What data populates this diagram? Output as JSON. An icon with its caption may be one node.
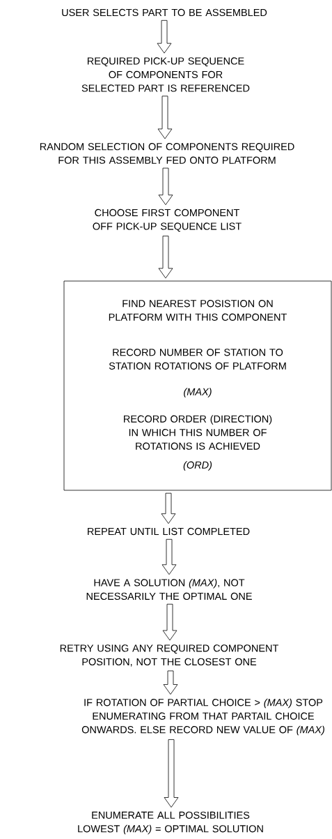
{
  "diagram": {
    "nodes": [
      {
        "text": [
          "USER SELECTS PART TO BE ASSEMBLED"
        ]
      },
      {
        "text": [
          "REQUIRED PICK-UP SEQUENCE OF COMPONENTS FOR SELECTED PART IS REFERENCED"
        ]
      },
      {
        "text": [
          "RANDOM SELECTION OF COMPONENTS REQUIRED FOR THIS ASSEMBLY FED ONTO PLATFORM"
        ]
      },
      {
        "text": [
          "CHOOSE FIRST COMPONENT OFF PICK-UP SEQUENCE LIST"
        ]
      },
      {
        "text": [
          "FIND NEAREST POSISTION ON PLATFORM WITH THIS COMPONENT",
          "RECORD NUMBER OF STATION TO STATION ROTATIONS OF PLATFORM",
          "(MAX)",
          "RECORD ORDER (DIRECTION) IN WHICH THIS NUMBER OF ROTATIONS IS ACHIEVED",
          "(ORD)"
        ]
      },
      {
        "text": [
          "REPEAT UNTIL LIST COMPLETED"
        ]
      },
      {
        "text": [
          "HAVE A SOLUTION *(MAX)*, NOT NECESSARILY THE OPTIMAL ONE"
        ]
      },
      {
        "text": [
          "RETRY USING ANY REQUIRED COMPONENT POSITION, NOT THE CLOSEST ONE"
        ]
      },
      {
        "text": [
          "IF ROTATION OF PARTIAL CHOICE > *(MAX)* STOP ENUMERATING FROM THAT PARTAIL CHOICE ONWARDS. ELSE RECORD NEW VALUE OF *(MAX)*"
        ]
      },
      {
        "text": [
          "ENUMERATE ALL POSSIBILITIES LOWEST *(MAX)* = OPTIMAL SOLUTION"
        ]
      }
    ],
    "edges": [
      {
        "from": 0,
        "to": 1,
        "arrow": "to"
      },
      {
        "from": 1,
        "to": 2,
        "arrow": "to"
      },
      {
        "from": 2,
        "to": 3,
        "arrow": "to"
      },
      {
        "from": 3,
        "to": 4,
        "arrow": "to"
      },
      {
        "from": 4,
        "to": 5,
        "arrow": "to"
      },
      {
        "from": 5,
        "to": 6,
        "arrow": "to"
      },
      {
        "from": 6,
        "to": 7,
        "arrow": "to"
      },
      {
        "from": 7,
        "to": 8,
        "arrow": "to"
      },
      {
        "from": 8,
        "to": 9,
        "arrow": "to"
      }
    ]
  }
}
